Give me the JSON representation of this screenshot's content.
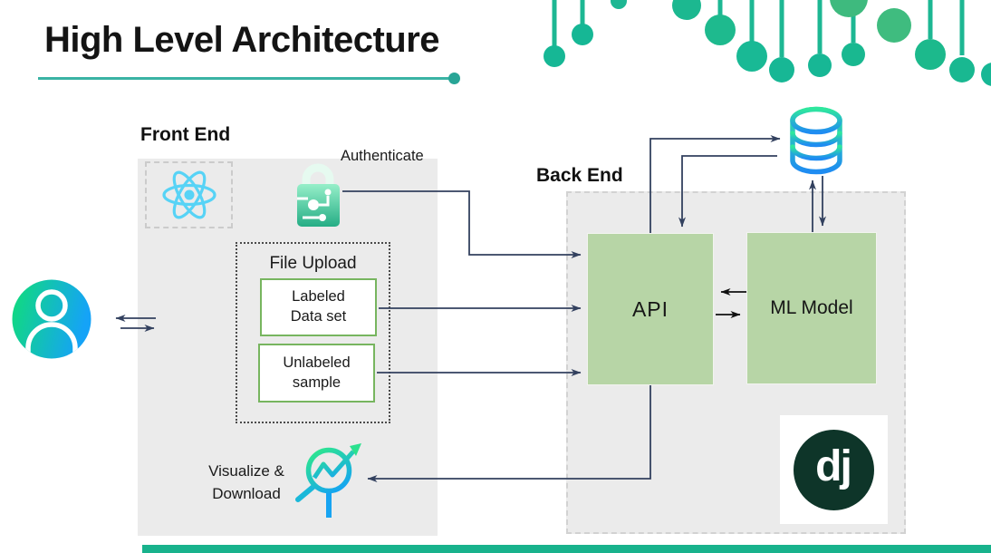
{
  "title": {
    "text": "High Level Architecture"
  },
  "frontend": {
    "label": "Front End",
    "authenticate": "Authenticate",
    "file_upload": {
      "title": "File Upload",
      "labeled_line1": "Labeled",
      "labeled_line2": "Data set",
      "unlabeled_line1": "Unlabeled",
      "unlabeled_line2": "sample"
    },
    "visualize_line1": "Visualize &",
    "visualize_line2": "Download"
  },
  "backend": {
    "label": "Back End",
    "api": "API",
    "ml_model": "ML Model",
    "django": "dj"
  },
  "icons": {
    "user": "user-avatar-icon",
    "react": "react-logo-icon",
    "lock": "authenticate-lock-icon",
    "database": "database-icon",
    "chart": "visualize-chart-icon",
    "django": "django-logo-icon",
    "dna_dots": "decorative-dna-dots"
  },
  "colors": {
    "accent_teal": "#2aa79a",
    "panel_gray": "#ebebeb",
    "node_green": "#b7d5a6",
    "upload_border_green": "#77b55f",
    "arrow_navy": "#33415f",
    "arrow_black": "#111111",
    "react_blue": "#57d3f6",
    "django_dark_green": "#0e3529",
    "footer_green": "#18b28c",
    "avatar_gradient": [
      "#10dd78",
      "#15a3f7"
    ],
    "db_gradient": [
      "#2fe79e",
      "#1f8cf2"
    ],
    "lock_gradient": [
      "#96efc9",
      "#25ad85"
    ]
  }
}
